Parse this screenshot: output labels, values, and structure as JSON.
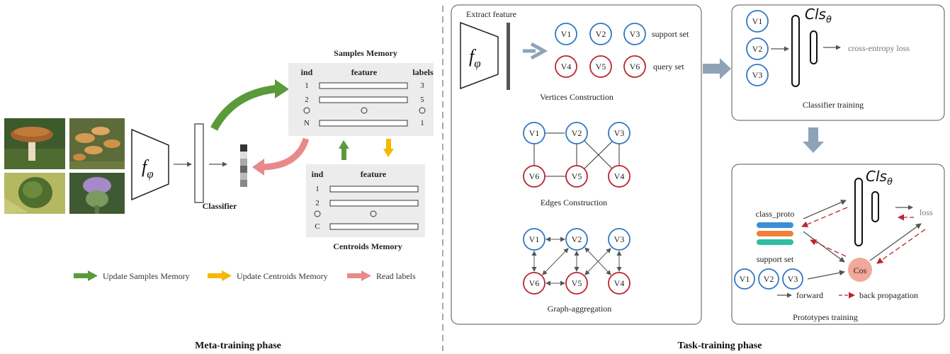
{
  "meta_training": {
    "phase_label": "Meta-training phase",
    "encoder_label_f": "f",
    "encoder_label_sub": "φ",
    "classifier_label": "Classifier",
    "samples_memory": {
      "title": "Samples Memory",
      "headers": {
        "ind": "ind",
        "feature": "feature",
        "labels": "labels"
      },
      "rows": [
        {
          "ind": "1",
          "label": "3"
        },
        {
          "ind": "2",
          "label": "5"
        },
        {
          "ind": "N",
          "label": "1"
        }
      ]
    },
    "centroids_memory": {
      "title": "Centroids Memory",
      "headers": {
        "ind": "ind",
        "feature": "feature"
      },
      "rows": [
        {
          "ind": "1"
        },
        {
          "ind": "2"
        },
        {
          "ind": "C"
        }
      ]
    },
    "legend": {
      "update_samples": "Update Samples Memory",
      "update_centroids": "Update Centroids Memory",
      "read_labels": "Read labels"
    },
    "colors": {
      "green": "#5a9a3a",
      "yellow": "#f5b800",
      "pink": "#e88a8a",
      "panel": "#ececec"
    }
  },
  "task_training": {
    "phase_label": "Task-training phase",
    "extract_feature": "Extract feature",
    "support_set": "support set",
    "query_set": "query set",
    "vertices_construction": "Vertices Construction",
    "edges_construction": "Edges Construction",
    "graph_aggregation": "Graph-aggregation",
    "support_vertices": [
      "V1",
      "V2",
      "V3"
    ],
    "query_vertices": [
      "V4",
      "V5",
      "V6"
    ],
    "graph_nodes": [
      "V1",
      "V2",
      "V3",
      "V6",
      "V5",
      "V4"
    ],
    "classifier_training": {
      "cls_label": "Cls",
      "cls_sub": "θ",
      "loss": "cross-entropy loss",
      "title": "Classifier training",
      "nodes": [
        "V1",
        "V2",
        "V3"
      ]
    },
    "prototypes_training": {
      "cls_label": "Cls",
      "cls_sub": "θ",
      "class_proto": "class_proto",
      "support_set": "support set",
      "nodes": [
        "V1",
        "V2",
        "V3"
      ],
      "cos": "Cos",
      "loss": "loss",
      "forward": "forward",
      "back_propagation": "back propagation",
      "title": "Prototypes training",
      "proto_colors": [
        "#3a8fd8",
        "#f07f3a",
        "#2fbfa0"
      ]
    },
    "colors": {
      "blue": "#2f78c4",
      "red": "#b8262e",
      "gray_arrow": "#8fa3b8"
    }
  }
}
